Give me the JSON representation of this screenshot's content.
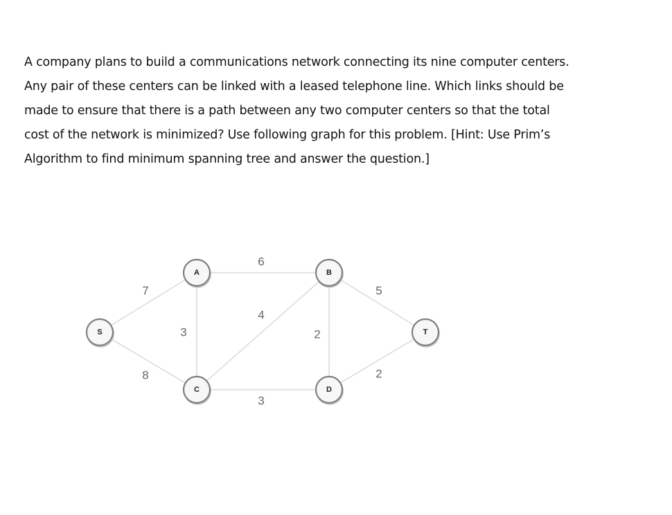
{
  "problem_lines": [
    "A company plans to build a communications network connecting its nine computer centers.",
    "Any pair of these centers can be linked with a leased telephone line. Which links should be",
    "made to ensure that there is a path between any two computer centers so that the total",
    "cost of the network is minimized? Use following graph for this problem. [Hint: Use Prim’s",
    "Algorithm to find minimum spanning tree and answer the question.]"
  ],
  "graph": {
    "nodes": [
      {
        "id": "S",
        "label": "S"
      },
      {
        "id": "A",
        "label": "A"
      },
      {
        "id": "C",
        "label": "C"
      },
      {
        "id": "B",
        "label": "B"
      },
      {
        "id": "D",
        "label": "D"
      },
      {
        "id": "T",
        "label": "T"
      }
    ],
    "edges": [
      {
        "from": "S",
        "to": "A",
        "weight": "7"
      },
      {
        "from": "S",
        "to": "C",
        "weight": "8"
      },
      {
        "from": "A",
        "to": "B",
        "weight": "6"
      },
      {
        "from": "A",
        "to": "C",
        "weight": "3"
      },
      {
        "from": "C",
        "to": "B",
        "weight": "4"
      },
      {
        "from": "C",
        "to": "D",
        "weight": "3"
      },
      {
        "from": "B",
        "to": "D",
        "weight": "2"
      },
      {
        "from": "B",
        "to": "T",
        "weight": "5"
      },
      {
        "from": "D",
        "to": "T",
        "weight": "2"
      }
    ]
  }
}
